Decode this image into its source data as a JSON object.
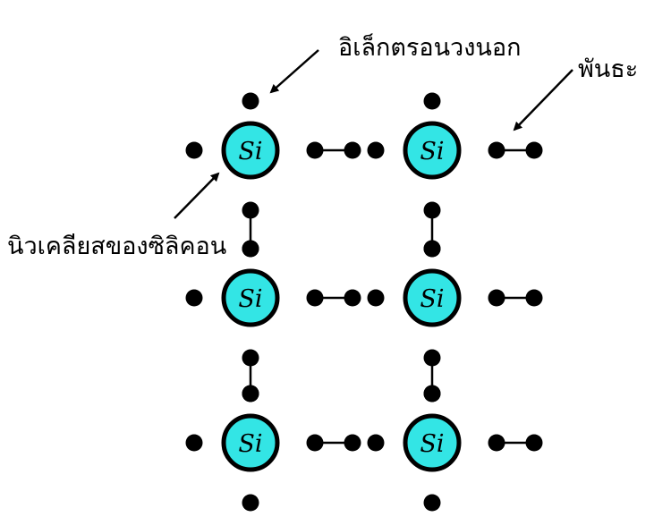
{
  "labels": {
    "valence_electron": "อิเล็กตรอนวงนอก",
    "bond": "พันธะ",
    "nucleus": "นิวเคลียสของซิลิคอน"
  },
  "atom_symbol": "Si",
  "colors": {
    "nucleus_fill": "#33E5E5",
    "outline": "#000000",
    "electron": "#000000",
    "background": "#ffffff"
  },
  "lattice": {
    "rows": 3,
    "cols": 2
  }
}
